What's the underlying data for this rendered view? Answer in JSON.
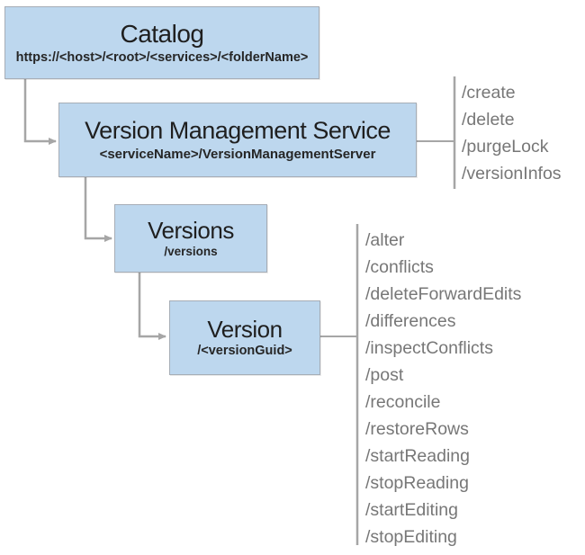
{
  "diagram": {
    "nodes": {
      "catalog": {
        "title": "Catalog",
        "subtitle": "https://<host>/<root>/<services>/<folderName>"
      },
      "vms": {
        "title": "Version Management Service",
        "subtitle": "<serviceName>/VersionManagementServer",
        "endpoints": [
          "/create",
          "/delete",
          "/purgeLock",
          "/versionInfos"
        ]
      },
      "versions": {
        "title": "Versions",
        "subtitle": "/versions"
      },
      "version": {
        "title": "Version",
        "subtitle": "/<versionGuid>",
        "endpoints": [
          "/alter",
          "/conflicts",
          "/deleteForwardEdits",
          "/differences",
          "/inspectConflicts",
          "/post",
          "/reconcile",
          "/restoreRows",
          "/startReading",
          "/stopReading",
          "/startEditing",
          "/stopEditing"
        ]
      }
    },
    "colors": {
      "node_fill": "#bdd7ee",
      "node_border": "#a6adb6",
      "connector": "#a6a6a6",
      "endpoint_text": "#777777",
      "title_text": "#1f1f1f"
    }
  }
}
